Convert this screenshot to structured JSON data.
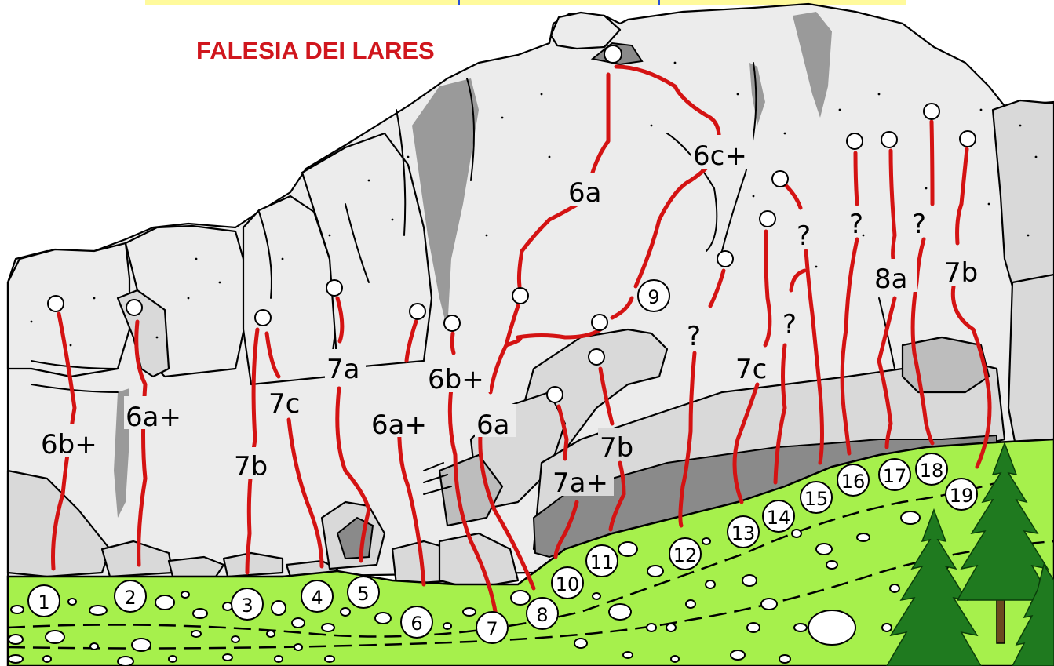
{
  "title": "FALESIA DEI LARES",
  "colors": {
    "route": "#d41313",
    "title": "#d0161d",
    "meadow": "#a6f04c",
    "rock": "#ececec",
    "tree": "#1f7a1f",
    "banner": "#fffa9c"
  },
  "routes": [
    {
      "number": "1",
      "grade": "6b+"
    },
    {
      "number": "2",
      "grade": "6a+"
    },
    {
      "number": "3",
      "grade": "7b"
    },
    {
      "number": "4",
      "grade": "7c"
    },
    {
      "number": "5",
      "grade": "7a"
    },
    {
      "number": "6",
      "grade": "6a+"
    },
    {
      "number": "7",
      "grade": "6b+"
    },
    {
      "number": "8",
      "grade": "6a"
    },
    {
      "number": "9",
      "grade": "6a"
    },
    {
      "number": "10",
      "grade": "7a+"
    },
    {
      "number": "11",
      "grade": "7b"
    },
    {
      "number": "12",
      "grade": "?"
    },
    {
      "number": "13",
      "grade": "7c"
    },
    {
      "number": "14",
      "grade": "?"
    },
    {
      "number": "15",
      "grade": "?"
    },
    {
      "number": "16",
      "grade": "?"
    },
    {
      "number": "17",
      "grade": "8a"
    },
    {
      "number": "18",
      "grade": "?"
    },
    {
      "number": "19",
      "grade": "7b"
    }
  ],
  "extra_grades": {
    "upper_link": "6c+"
  },
  "trees": [
    "spruce-left",
    "spruce-center",
    "spruce-right"
  ]
}
